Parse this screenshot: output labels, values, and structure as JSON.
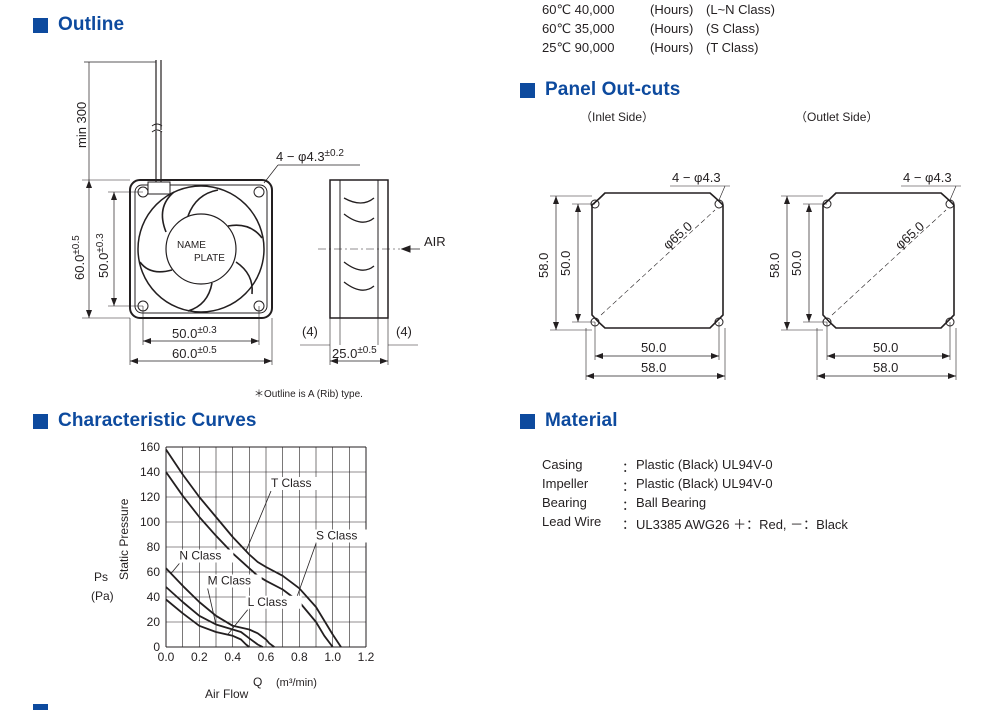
{
  "sections": {
    "outline": "Outline",
    "panel": "Panel Out-cuts",
    "curves": "Characteristic Curves",
    "material": "Material"
  },
  "life": [
    {
      "cond": "60℃ 40,000",
      "unit": "(Hours)",
      "cls": "(L~N Class)"
    },
    {
      "cond": "60℃ 35,000",
      "unit": "(Hours)",
      "cls": "(S Class)"
    },
    {
      "cond": "25℃ 90,000",
      "unit": "(Hours)",
      "cls": "(T Class)"
    }
  ],
  "outline": {
    "min300": "min 300",
    "holes": "4 − φ4.3",
    "holes_tol": "±0.2",
    "name_plate_1": "NAME",
    "name_plate_2": "PLATE",
    "h60": "60.0",
    "h60_tol": "±0.5",
    "h50": "50.0",
    "h50_tol": "±0.3",
    "w50": "50.0",
    "w50_tol": "±0.3",
    "w60": "60.0",
    "w60_tol": "±0.5",
    "air": "AIR",
    "side4a": "(4)",
    "side4b": "(4)",
    "depth": "25.0",
    "depth_tol": "±0.5",
    "note": "＊Outline is A (Rib) type."
  },
  "panel": {
    "inlet": "（Inlet Side）",
    "outlet": "（Outlet Side）",
    "holes": "4 − φ4.3",
    "dia": "φ65.0",
    "v58": "58.0",
    "v50": "50.0",
    "h50": "50.0",
    "h58": "58.0"
  },
  "chart_data": {
    "type": "line",
    "xlabel": "Air Flow",
    "x_symbol": "Q",
    "x_unit": "(m³/min)",
    "ylabel": "Static Pressure",
    "y_symbol": "Ps",
    "y_unit": "(Pa)",
    "xlim": [
      0,
      1.2
    ],
    "ylim": [
      0,
      160
    ],
    "x_ticks": [
      "0.0",
      "0.2",
      "0.4",
      "0.6",
      "0.8",
      "1.0",
      "1.2"
    ],
    "y_ticks": [
      "0",
      "20",
      "40",
      "60",
      "80",
      "100",
      "120",
      "140",
      "160"
    ],
    "grid": true,
    "series": [
      {
        "name": "T Class",
        "x": [
          0.0,
          0.1,
          0.2,
          0.3,
          0.4,
          0.5,
          0.55,
          0.6,
          0.7,
          0.8,
          0.9,
          1.0,
          1.05
        ],
        "y": [
          158,
          138,
          120,
          104,
          88,
          74,
          68,
          64,
          57,
          47,
          32,
          10,
          0
        ]
      },
      {
        "name": "S Class",
        "x": [
          0.0,
          0.1,
          0.2,
          0.3,
          0.4,
          0.5,
          0.55,
          0.6,
          0.7,
          0.8,
          0.9,
          0.95,
          1.0
        ],
        "y": [
          140,
          121,
          104,
          89,
          75,
          63,
          57,
          53,
          46,
          36,
          20,
          9,
          0
        ]
      },
      {
        "name": "N Class",
        "x": [
          0.0,
          0.1,
          0.2,
          0.3,
          0.4,
          0.5,
          0.55,
          0.6,
          0.62,
          0.65
        ],
        "y": [
          63,
          49,
          36,
          25,
          17,
          14,
          11,
          6,
          3,
          0
        ]
      },
      {
        "name": "M Class",
        "x": [
          0.0,
          0.1,
          0.2,
          0.3,
          0.4,
          0.45,
          0.5,
          0.55,
          0.58
        ],
        "y": [
          48,
          36,
          25,
          18,
          14,
          12,
          7,
          2,
          0
        ]
      },
      {
        "name": "L Class",
        "x": [
          0.0,
          0.1,
          0.2,
          0.3,
          0.4,
          0.45,
          0.48,
          0.5
        ],
        "y": [
          38,
          27,
          17,
          12,
          9,
          6,
          2,
          0
        ]
      }
    ]
  },
  "material": [
    {
      "key": "Casing",
      "sep": "：",
      "val": "Plastic (Black) UL94V-0"
    },
    {
      "key": "Impeller",
      "sep": "：",
      "val": "Plastic (Black) UL94V-0"
    },
    {
      "key": "Bearing",
      "sep": "：",
      "val": "Ball Bearing"
    },
    {
      "key": "Lead Wire",
      "sep": "：",
      "val": "UL3385 AWG26 ＋：Red, －：Black"
    }
  ]
}
